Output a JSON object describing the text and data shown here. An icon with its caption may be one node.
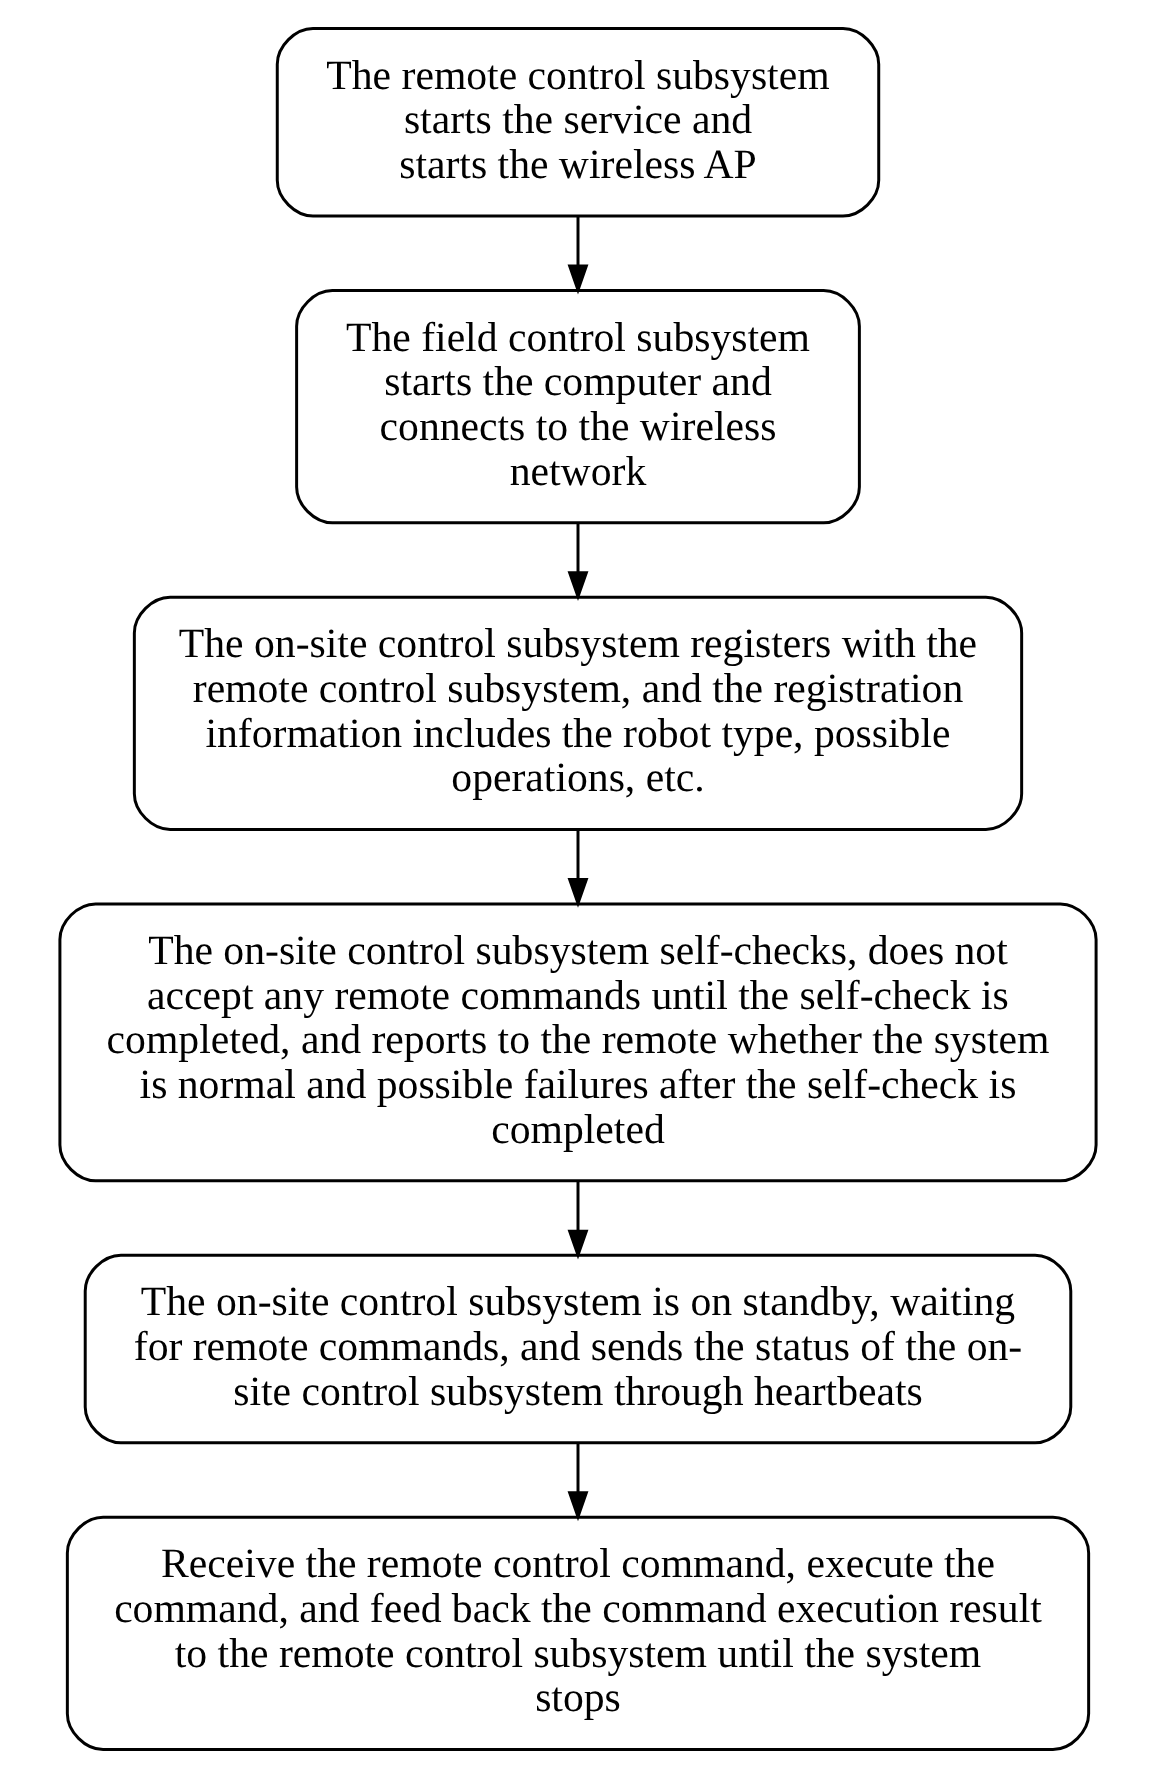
{
  "diagram": {
    "nodes": [
      {
        "text": [
          "The remote control subsystem starts the service and starts the wireless AP"
        ]
      },
      {
        "text": [
          "The field control subsystem starts the computer and connects to the wireless network"
        ]
      },
      {
        "text": [
          "The on-site control subsystem registers with the remote control subsystem, and the registration information includes the robot type, possible operations, etc."
        ]
      },
      {
        "text": [
          "The on-site control subsystem self-checks, does not accept any remote commands until the self-check is completed, and reports to the remote whether the system is normal and possible failures after the self-check is completed"
        ]
      },
      {
        "text": [
          "The on-site control subsystem is on standby, waiting for remote commands, and sends the status of the on-site control subsystem through heartbeats"
        ]
      },
      {
        "text": [
          "Receive the remote control command, execute the command, and feed back the command execution result to the remote control subsystem until the system stops"
        ]
      }
    ],
    "edges": [
      {
        "from": 0,
        "to": 1,
        "arrow": "to"
      },
      {
        "from": 1,
        "to": 2,
        "arrow": "to"
      },
      {
        "from": 2,
        "to": 3,
        "arrow": "to"
      },
      {
        "from": 3,
        "to": 4,
        "arrow": "to"
      },
      {
        "from": 4,
        "to": 5,
        "arrow": "to"
      }
    ]
  }
}
